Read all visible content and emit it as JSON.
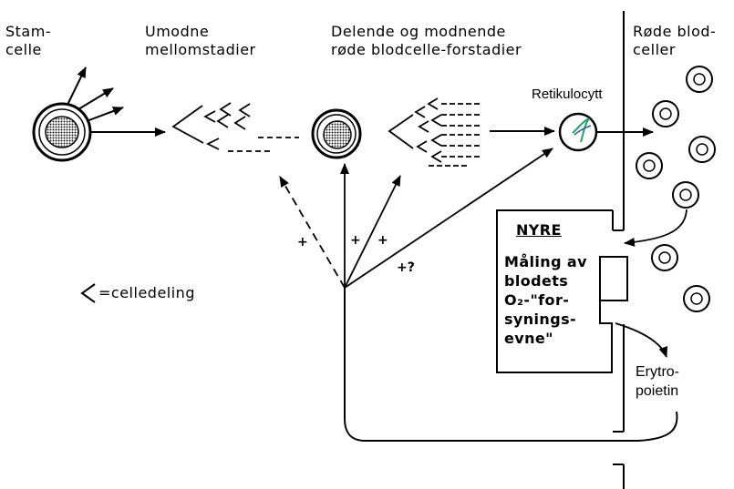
{
  "labels": {
    "stem_line1": "Stam-",
    "stem_line2": "celle",
    "immature_line1": "Umodne",
    "immature_line2": "mellomstadier",
    "dividing_line1": "Delende og modnende",
    "dividing_line2": "røde blodcelle-forstadier",
    "rbc_line1": "Røde blod-",
    "rbc_line2": "celler",
    "reticulocyte": "Retikulocytt",
    "legend": "=celledeling",
    "erythropoietin_line1": "Erytro-",
    "erythropoietin_line2": "poietin"
  },
  "kidney": {
    "title": "NYRE",
    "lines": [
      "Måling av",
      "blodets",
      "O₂-\"for-",
      "synings-",
      "evne\""
    ]
  },
  "signs": {
    "plus1": "+",
    "plus2": "+",
    "plus3": "+",
    "plus_question": "+?"
  },
  "colors": {
    "ink": "#000000",
    "nucleus_fill": "#7a7a7a",
    "reticulocyte_stain_green": "#2a9d6a",
    "reticulocyte_stain_blue": "#2a5fa8"
  }
}
